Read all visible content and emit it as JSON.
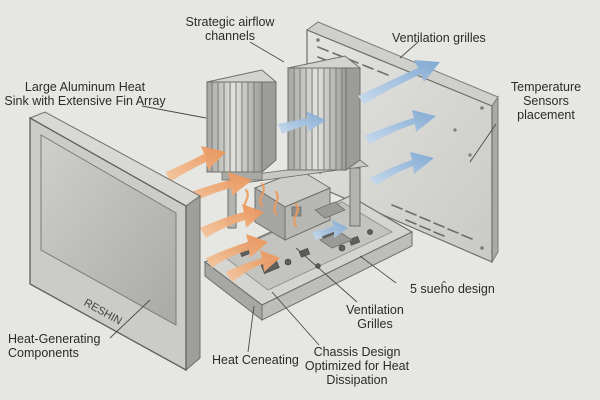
{
  "labels": {
    "strategic_airflow": "Strategic airflow\nchannels",
    "ventilation_grilles_top": "Ventilation grilles",
    "heat_sink": "Large Aluminum Heat\nSink with Extensive Fin Array",
    "temperature_sensors": "Temperature\nSensors\nplacement",
    "design_note": "5 sueĥo design",
    "ventilation_grilles_bottom": "Ventilation\nGrilles",
    "heat_generating_components": "Heat-Generating\nComponents",
    "heat_generating_mislabel": "Heat Ceneating",
    "chassis_design": "Chassis Design\nOptimized for Heat\nDissipation"
  },
  "device_brand": "RESHIN",
  "colors": {
    "background": "#e6e6e3",
    "metal_light": "#d9d9d6",
    "metal_mid": "#b9b9b6",
    "metal_dark": "#8e8e8b",
    "airflow_blue": "#8fb3d6",
    "heat_orange": "#f0a56a",
    "screen": "#bfbfbc"
  }
}
